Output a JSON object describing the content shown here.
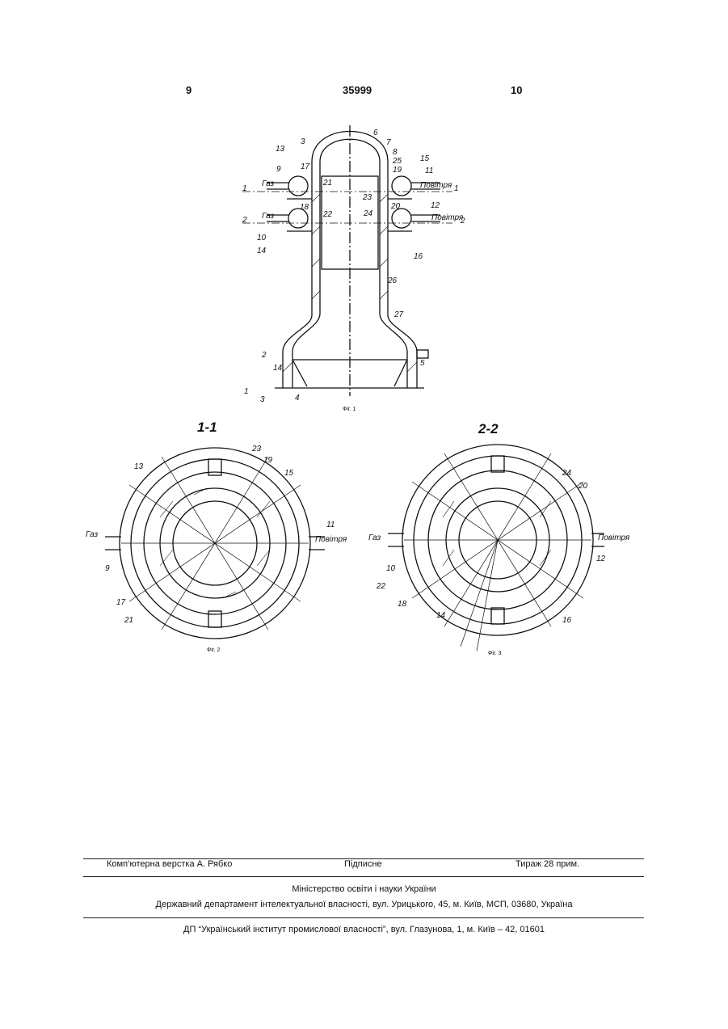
{
  "header": {
    "page_left": "9",
    "patent_number": "35999",
    "page_right": "10"
  },
  "figure1": {
    "caption": "Фіг. 1",
    "labels": [
      "1",
      "2",
      "3",
      "3",
      "4",
      "5",
      "6",
      "7",
      "8",
      "9",
      "10",
      "11",
      "12",
      "13",
      "14",
      "14",
      "15",
      "16",
      "17",
      "18",
      "19",
      "20",
      "21",
      "22",
      "23",
      "24",
      "25",
      "26",
      "27"
    ],
    "gas_left_top": "Газ",
    "gas_left_bottom": "Газ",
    "air_right_top": "Повітря",
    "air_right_bottom": "Повітря",
    "section_left_1": "1",
    "section_left_2": "2",
    "section_right_1": "1",
    "section_right_2": "2"
  },
  "figure2": {
    "caption": "Фіг. 2",
    "section_title": "1-1",
    "gas": "Газ",
    "air": "Повітря",
    "labels": [
      "9",
      "11",
      "13",
      "15",
      "17",
      "19",
      "21",
      "23"
    ]
  },
  "figure3": {
    "caption": "Фіг. 3",
    "section_title": "2-2",
    "gas": "Газ",
    "air": "Повітря",
    "labels": [
      "10",
      "12",
      "14",
      "16",
      "18",
      "20",
      "22",
      "24"
    ]
  },
  "footer": {
    "typesetting": "Комп’ютерна верстка А. Рябко",
    "signed": "Підписне",
    "circulation": "Тираж 28 прим.",
    "ministry": "Міністерство освіти і науки України",
    "department": "Державний департамент інтелектуальної власності, вул. Урицького, 45, м. Київ, МСП, 03680, Україна",
    "institute": "ДП “Український інститут промислової власності”, вул. Глазунова, 1, м. Київ – 42, 01601"
  }
}
